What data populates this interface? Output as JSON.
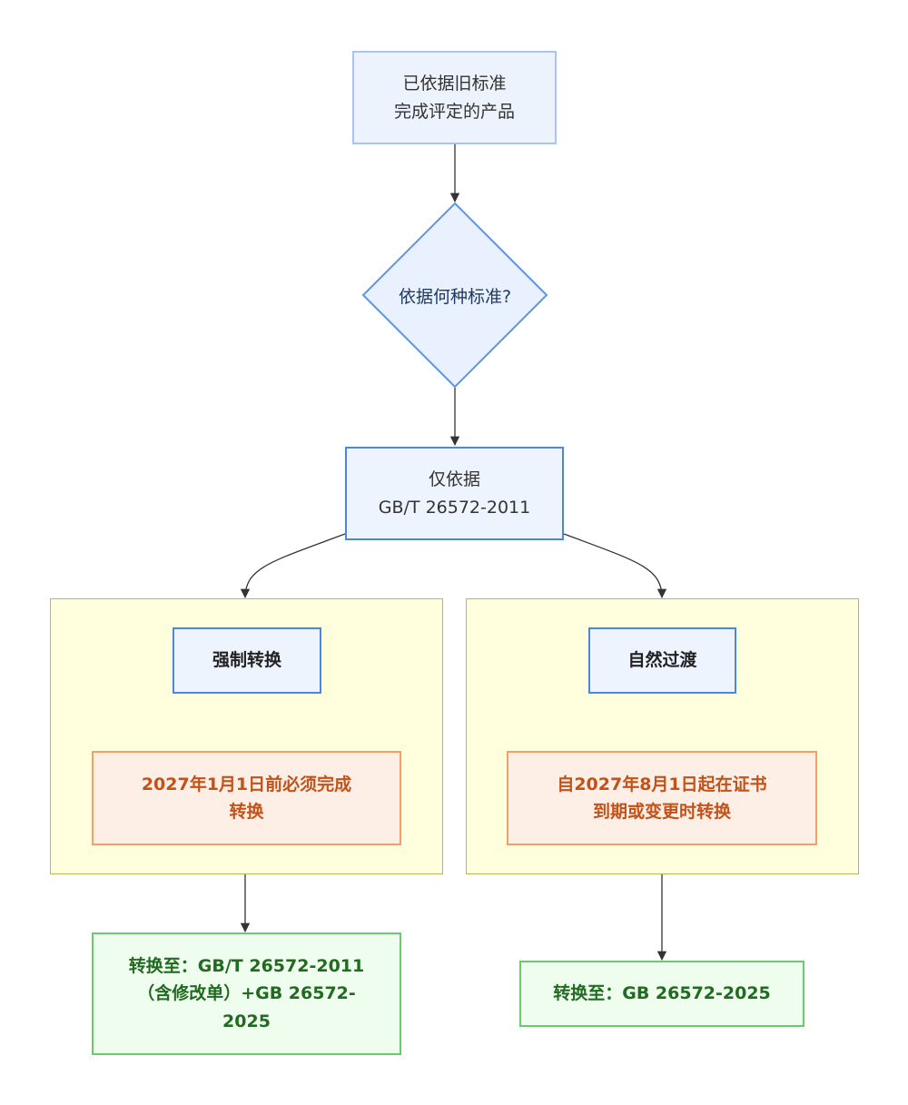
{
  "nodes": {
    "start": "已依据旧标准\n完成评定的产品",
    "decision": "依据何种标准?",
    "only_old": "仅依据\nGB/T 26572-2011",
    "forced": "强制转换",
    "forced_deadline": "2027年1月1日前必须完成\n转换",
    "forced_target": "转换至：GB/T 26572-2011\n（含修改单）+GB 26572-\n2025",
    "natural": "自然过渡",
    "natural_deadline": "自2027年8月1日起在证书\n到期或变更时转换",
    "natural_target": "转换至：GB 26572-2025"
  },
  "colors": {
    "node_blue_border": "#4a88df",
    "node_blue_fill": "#edf4fd",
    "group_fill": "#ffffde",
    "group_border": "#b8b85a",
    "orange_border": "#f39f66",
    "orange_fill": "#fdefe6",
    "orange_text": "#c2521a",
    "green_border": "#6cc96c",
    "green_fill": "#eefdee",
    "green_text": "#216b21"
  }
}
